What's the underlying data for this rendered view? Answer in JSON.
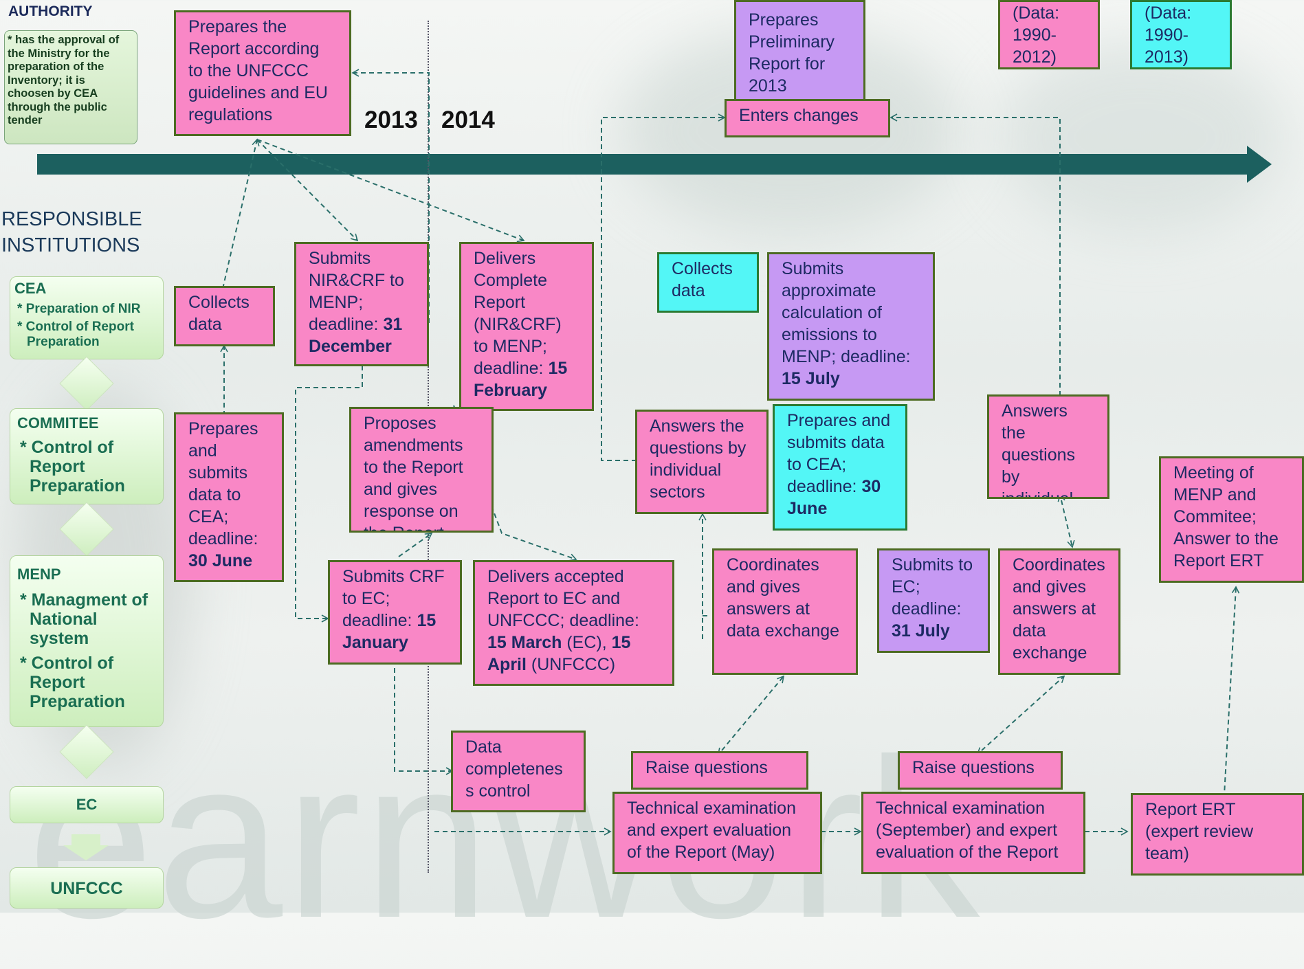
{
  "authority": {
    "title": "AUTHORITY",
    "note": "* has the approval of the Ministry for the preparation of the Inventory; it is choosen by CEA through the public tender"
  },
  "responsible_title": "RESPONSIBLE\nINSTITUTIONS",
  "years": [
    "2013",
    "2014"
  ],
  "institutions": [
    {
      "name": "CEA",
      "bullets": [
        "* Preparation of NIR",
        "* Control of Report Preparation"
      ]
    },
    {
      "name": "COMMITEE",
      "bullets": [
        "* Control of Report Preparation"
      ]
    },
    {
      "name": "MENP",
      "bullets": [
        "* Managment of National system",
        "* Control of Report Preparation"
      ]
    },
    {
      "name": "EC",
      "bullets": []
    },
    {
      "name": "UNFCCC",
      "bullets": []
    }
  ],
  "boxes": {
    "prepares_report": "Prepares the Report according to the UNFCCC guidelines and EU regulations",
    "collects_data_1": "Collects data",
    "submits_nir": {
      "text": "Submits NIR&CRF to MENP; deadline: ",
      "bold1": "31",
      "bold2": "December"
    },
    "delivers_complete": {
      "text": "Delivers Complete Report (NIR&CRF) to MENP; deadline: ",
      "bold1": "15",
      "bold2": "February"
    },
    "prepares_submits_1": {
      "text": "Prepares and submits data to CEA; deadline: ",
      "bold": "30 June"
    },
    "proposes": "Proposes amendments to the Report and gives response on the Report",
    "submits_crf": {
      "text": "Submits CRF to EC; deadline: ",
      "bold1": "15",
      "bold2": "January"
    },
    "delivers_accepted": {
      "line1": "Delivers accepted Report to EC and UNFCCC; deadline:",
      "b1": "15 March",
      "t1": " (EC), ",
      "b2": "15",
      "b3": "April",
      "t2": " (UNFCCC)"
    },
    "data_completeness": "Data completenes s control",
    "prepares_preliminary": "Prepares Preliminary Report  for 2013",
    "enters_changes": "Enters changes",
    "data_2012": "(Data: 1990- 2012)",
    "data_2013": "(Data: 1990- 2013)",
    "collects_data_2": "Collects data",
    "submits_approx": {
      "text": "Submits approximate calculation of emissions to MENP; deadline: ",
      "bold": "15 July"
    },
    "answers_1": "Answers the questions by individual sectors",
    "prepares_submits_2": {
      "text": "Prepares and submits data to CEA; deadline: ",
      "bold1": "30",
      "bold2": "June"
    },
    "coordinates_1": "Coordinates and gives answers at data exchange",
    "submits_ec": {
      "text": "Submits to EC; deadline: ",
      "bold": "31 July"
    },
    "answers_2": "Answers the questions by individual sectors",
    "coordinates_2": "Coordinates and gives answers at data exchange",
    "meeting": "Meeting of MENP and Commitee; Answer to the Report ERT",
    "raise_1": "Raise questions",
    "raise_2": "Raise questions",
    "tech_exam_1": "Technical examination and expert evaluation of the Report (May)",
    "tech_exam_2": "Technical examination (September) and expert evaluation of the Report",
    "report_ert": "Report ERT (expert review team)"
  },
  "watermark": "earnwork",
  "colors": {
    "pink": "#f987c6",
    "cyan": "#53f6f6",
    "purple": "#c699f3",
    "timeline": "#1c605f",
    "border": "#4d6b22"
  }
}
